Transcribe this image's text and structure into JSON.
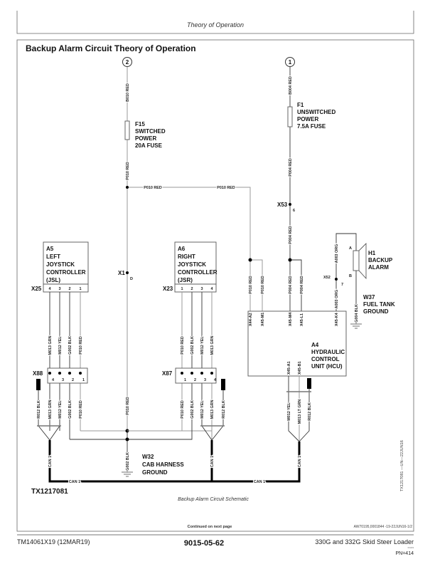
{
  "header": {
    "section": "Theory of Operation"
  },
  "title": "Backup Alarm Circuit Theory of Operation",
  "schematic": {
    "circles": [
      "2",
      "1"
    ],
    "fuse_f15": [
      "F15",
      "SWITCHED",
      "POWER",
      "20A FUSE"
    ],
    "fuse_f1": [
      "F1",
      "UNSWITCHED",
      "POWER",
      "7.5A FUSE"
    ],
    "a5": [
      "A5",
      "LEFT",
      "JOYSTICK",
      "CONTROLLER",
      "(JSL)"
    ],
    "a6": [
      "A6",
      "RIGHT",
      "JOYSTICK",
      "CONTROLLER",
      "(JSR)"
    ],
    "a4": [
      "A4",
      "HYDRAULIC",
      "CONTROL",
      "UNIT (HCU)"
    ],
    "h1": [
      "H1",
      "BACKUP",
      "ALARM"
    ],
    "w37": [
      "W37",
      "FUEL TANK",
      "GROUND"
    ],
    "w32": [
      "W32",
      "CAB HARNESS",
      "GROUND"
    ],
    "connectors": {
      "x25": "X25",
      "x23": "X23",
      "x88": "X88",
      "x87": "X87",
      "x1": "X1",
      "x1_pin": "D",
      "x53": "X53",
      "x53_pin": "6",
      "x52": "X52",
      "x52_pin": "7",
      "alarm_a": "A",
      "alarm_b": "B"
    },
    "pins_x25": [
      "4",
      "3",
      "2",
      "1"
    ],
    "pins_x23": [
      "1",
      "2",
      "3",
      "4"
    ],
    "pins_x88": [
      "4",
      "3",
      "2",
      "1"
    ],
    "pins_x87": [
      "1",
      "2",
      "3",
      "4"
    ],
    "hcu_pins": [
      "X44-A2",
      "X45-M1",
      "X45-M4",
      "X45-L1",
      "X45-K4",
      "X45-A1",
      "X45-B1"
    ],
    "wires": [
      "B010 RED",
      "P010 RED",
      "P010 RED",
      "P010 RED",
      "P010 RED",
      "B004 RED",
      "P004 RED",
      "P004 RED",
      "P010 RED",
      "P010 RED",
      "P004 RED",
      "P004 RED",
      "A003 ORG",
      "A003 ORG",
      "G004 BLK",
      "M013 GRN",
      "M012 YEL",
      "G002 BLK",
      "P010 RED",
      "P010 RED",
      "G002 BLK",
      "M012 YEL",
      "M013 GRN",
      "R012 BLK",
      "M013 GRN",
      "M012 YEL",
      "G002 BLK",
      "P010 RED",
      "P010 RED",
      "G002 BLK",
      "M012 YEL",
      "M013 GRN",
      "R012 BLK",
      "M012 YEL",
      "M013 LT GRN",
      "R012 BLK",
      "G002 BLK",
      "CAN 1",
      "CAN 1",
      "CAN 1",
      "CAN 1",
      "CAN 1"
    ],
    "figure_id": "TX1217081",
    "caption": "Backup Alarm Circuit Schematic",
    "side_id": "TX1217081 —UN—22JUN16"
  },
  "continued": "Continued on next page",
  "doc_ref": "AW70195,0001844 -19-22JUN16-1/2",
  "footer": {
    "manual": "TM14061X19 (12MAR19)",
    "page": "9015-05-62",
    "product": "330G and 332G Skid Steer Loader",
    "small_code": "031219",
    "pn": "PN=414"
  }
}
